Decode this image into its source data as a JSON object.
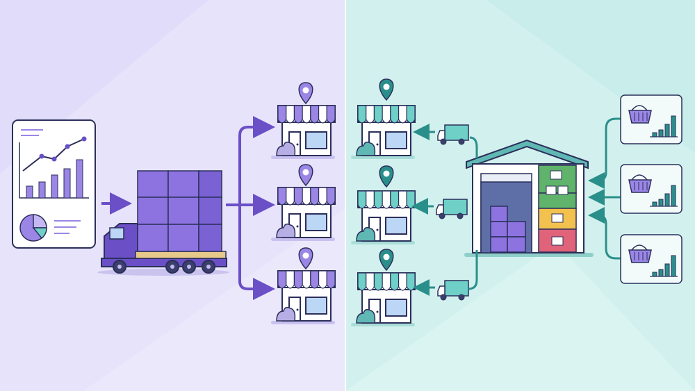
{
  "panels": {
    "left": {
      "theme": "purple",
      "stores": 3
    },
    "right": {
      "theme": "teal",
      "stores": 3
    }
  },
  "colors": {
    "left_bg": "#e7e3fb",
    "right_bg": "#d2f1ee",
    "purple": "#6a4fc6",
    "purple_light": "#9b86e6",
    "teal": "#2a8f8b",
    "teal_light": "#6fd0c8",
    "outline": "#2b2f5a",
    "warehouse_green": "#5fb36a",
    "warehouse_yellow": "#f2c14e",
    "warehouse_red": "#e0637a"
  },
  "icons": {
    "left": [
      "analytics-report-icon",
      "delivery-truck-icon",
      "pallet-boxes-icon",
      "store-icon",
      "location-pin-icon"
    ],
    "right": [
      "warehouse-icon",
      "delivery-van-icon",
      "shopping-basket-icon",
      "bar-chart-icon",
      "store-icon",
      "location-pin-icon"
    ]
  }
}
